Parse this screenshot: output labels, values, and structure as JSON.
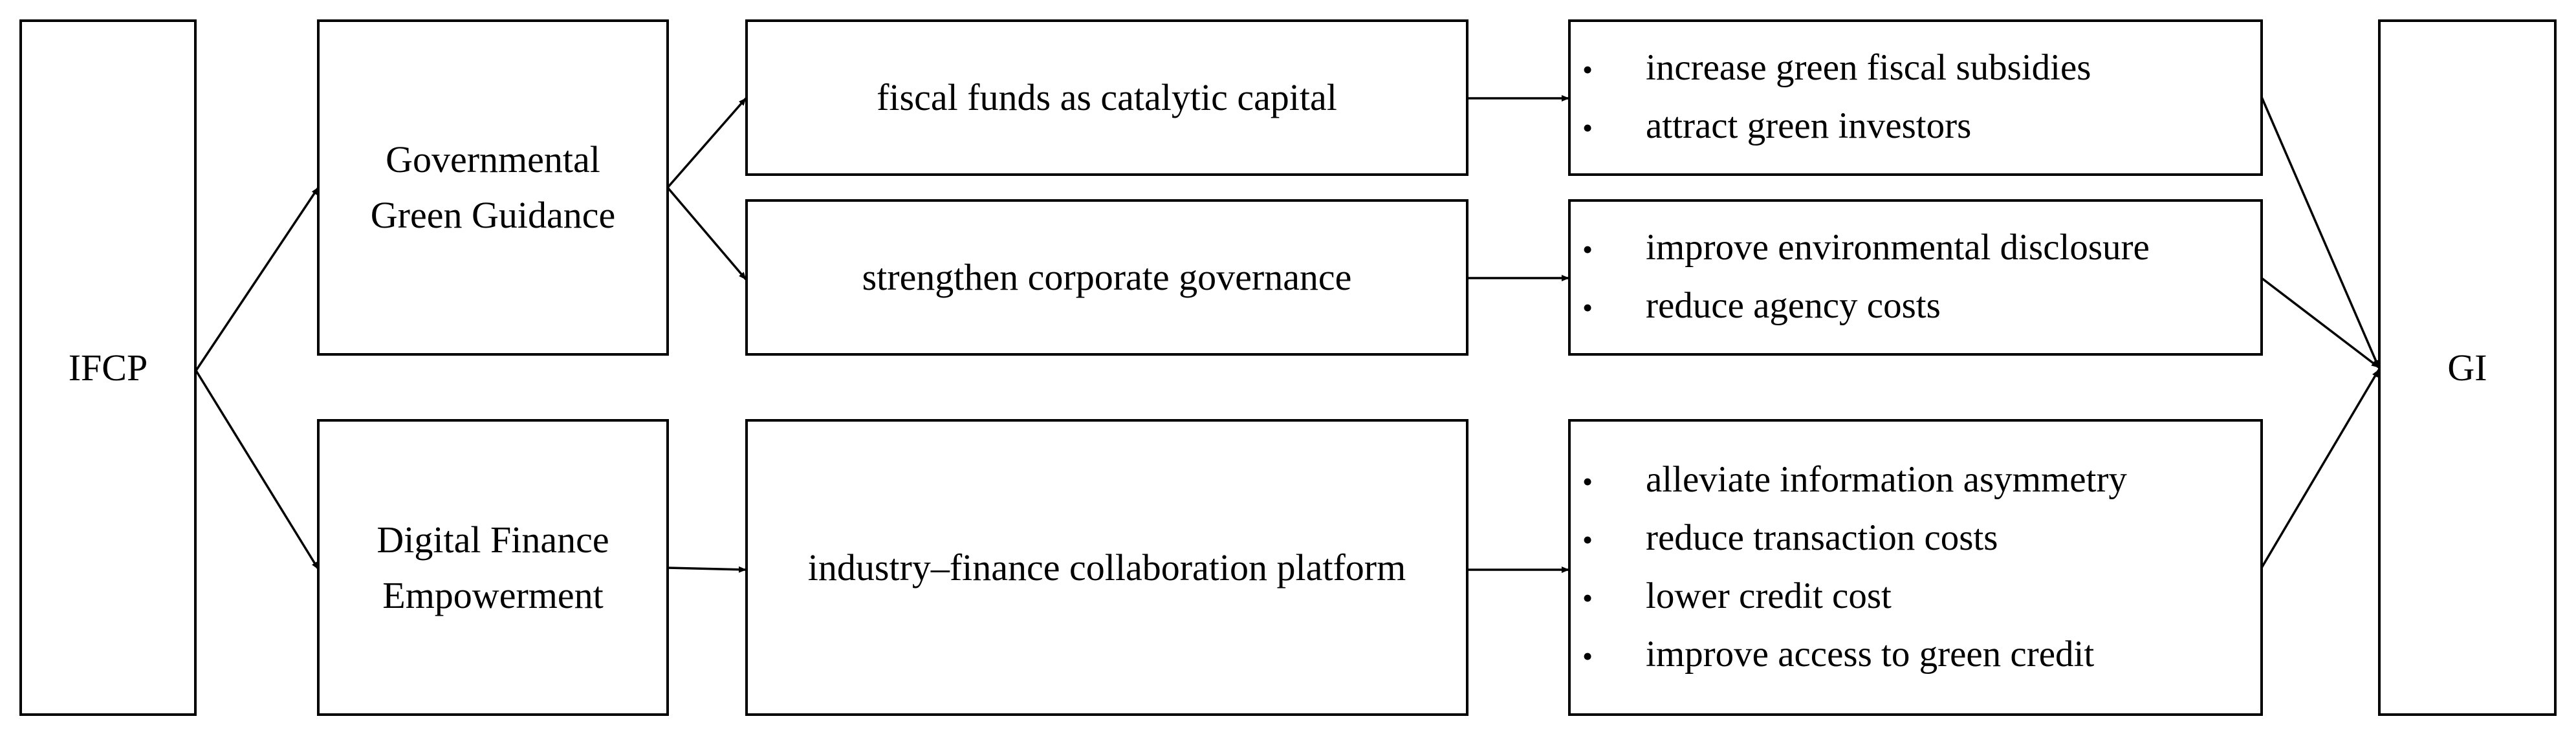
{
  "diagram": {
    "source": "IFCP",
    "target": "GI",
    "paths": [
      {
        "label": "Governmental Green Guidance",
        "mechanisms": [
          {
            "label": "fiscal funds as catalytic capital",
            "effects": [
              "increase green fiscal subsidies",
              "attract green investors"
            ]
          },
          {
            "label": "strengthen corporate governance",
            "effects": [
              "improve environmental disclosure",
              "reduce agency costs"
            ]
          }
        ]
      },
      {
        "label": "Digital Finance Empowerment",
        "mechanisms": [
          {
            "label": "industry–finance collaboration platform",
            "effects": [
              "alleviate information asymmetry",
              "reduce transaction costs",
              "lower credit cost",
              "improve access to green credit"
            ]
          }
        ]
      }
    ],
    "bullet_glyph": "•",
    "colors": {
      "line": "#000000",
      "background": "#ffffff"
    }
  }
}
